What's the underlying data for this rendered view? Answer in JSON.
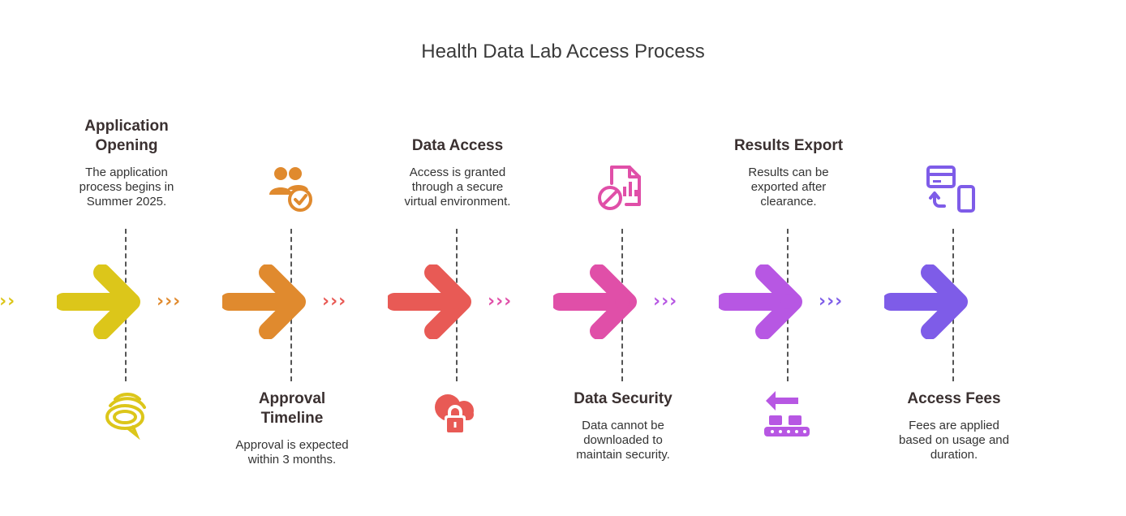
{
  "title": "Health Data Lab Access Process",
  "steps": [
    {
      "heading": "Application\nOpening",
      "description": "The application\nprocess begins in\nSummer 2025.",
      "position": "top",
      "icon": "chat-bubbles-icon",
      "color": "#DCC61A"
    },
    {
      "heading": "Approval\nTimeline",
      "description": "Approval is expected\nwithin 3 months.",
      "position": "bottom",
      "icon": "users-check-icon",
      "color": "#E08A2E"
    },
    {
      "heading": "Data Access",
      "description": "Access is granted\nthrough a secure\nvirtual environment.",
      "position": "top",
      "icon": "cloud-lock-icon",
      "color": "#E85A55"
    },
    {
      "heading": "Data Security",
      "description": "Data cannot be\ndownloaded to\nmaintain security.",
      "position": "bottom",
      "icon": "blocked-document-chart-icon",
      "color": "#E04FA8"
    },
    {
      "heading": "Results Export",
      "description": "Results can be\nexported after\nclearance.",
      "position": "top",
      "icon": "export-conveyor-icon",
      "color": "#B757E3"
    },
    {
      "heading": "Access Fees",
      "description": "Fees are applied\nbased on usage and\nduration.",
      "position": "bottom",
      "icon": "card-to-phone-payment-icon",
      "color": "#7E5CE8"
    }
  ]
}
